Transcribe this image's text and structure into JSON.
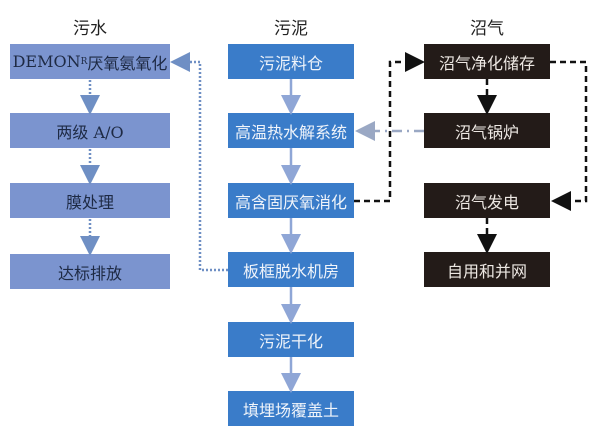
{
  "columns": {
    "water": {
      "heading": "污水",
      "boxes": [
        "DEMON",
        "两级 A/O",
        "膜处理",
        "达标排放"
      ],
      "first_box_sup": "R",
      "first_box_suffix": "厌氧氨氧化"
    },
    "sludge": {
      "heading": "污泥",
      "boxes": [
        "污泥料仓",
        "高温热水解系统",
        "高含固厌氧消化",
        "板框脱水机房",
        "污泥干化",
        "填埋场覆盖土"
      ]
    },
    "biogas": {
      "heading": "沼气",
      "boxes": [
        "沼气净化储存",
        "沼气锅炉",
        "沼气发电",
        "自用和并网"
      ]
    }
  },
  "colors": {
    "water_box": "#7b94cf",
    "sludge_box": "#3a7cc9",
    "biogas_box": "#231b18",
    "water_arrow": "#6f8fc4",
    "sludge_arrow": "#8fa6d6",
    "gas_arrow": "#111111",
    "boiler_arrow": "#9aa8c4"
  }
}
